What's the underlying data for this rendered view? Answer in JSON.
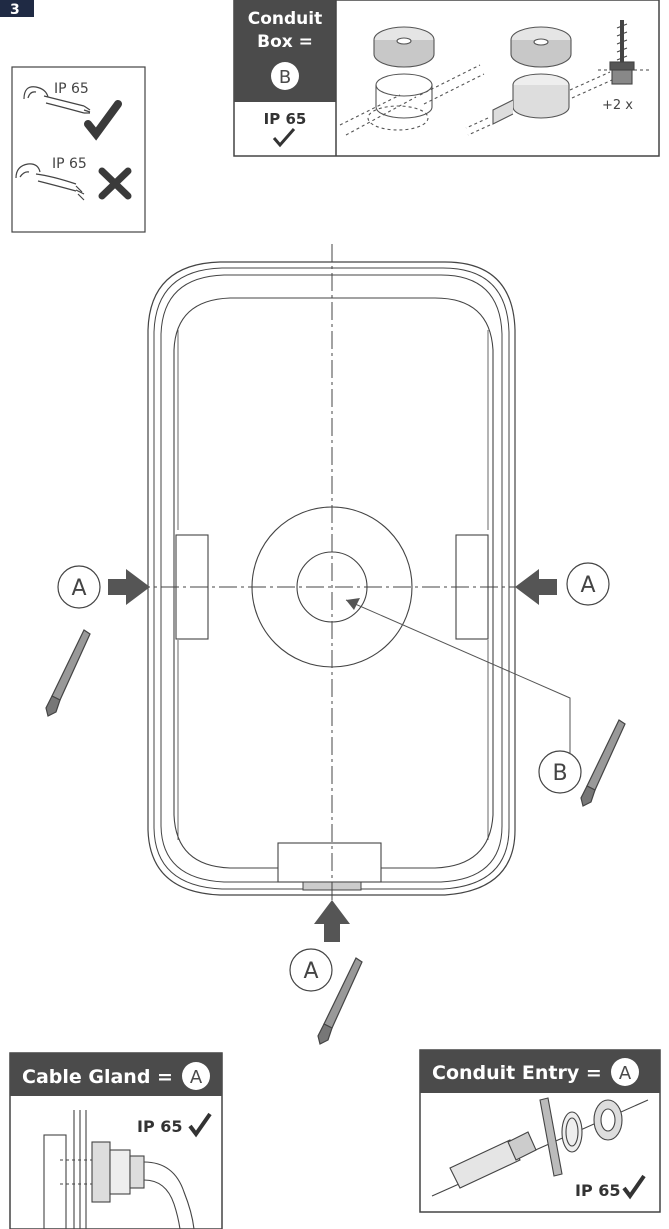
{
  "step_number": "3",
  "ip_box": {
    "good_label": "IP 65",
    "bad_label": "IP 65",
    "good_icon": "checkmark-icon",
    "bad_icon": "cross-icon"
  },
  "conduit_box_panel": {
    "title_line1": "Conduit",
    "title_line2": "Box =",
    "badge": "B",
    "ip_label": "IP 65",
    "screw_note": "+2 x"
  },
  "main_diagram": {
    "marker_left": "A",
    "marker_right": "A",
    "marker_bottom": "A",
    "marker_center": "B"
  },
  "cable_gland_panel": {
    "title": "Cable Gland =",
    "badge": "A",
    "ip_label": "IP 65"
  },
  "conduit_entry_panel": {
    "title": "Conduit Entry =",
    "badge": "A",
    "ip_label": "IP 65"
  },
  "colors": {
    "dark_header": "#4b4b4b",
    "arrow_grey": "#555555",
    "line": "#333333",
    "step_badge": "#1f2a44"
  }
}
